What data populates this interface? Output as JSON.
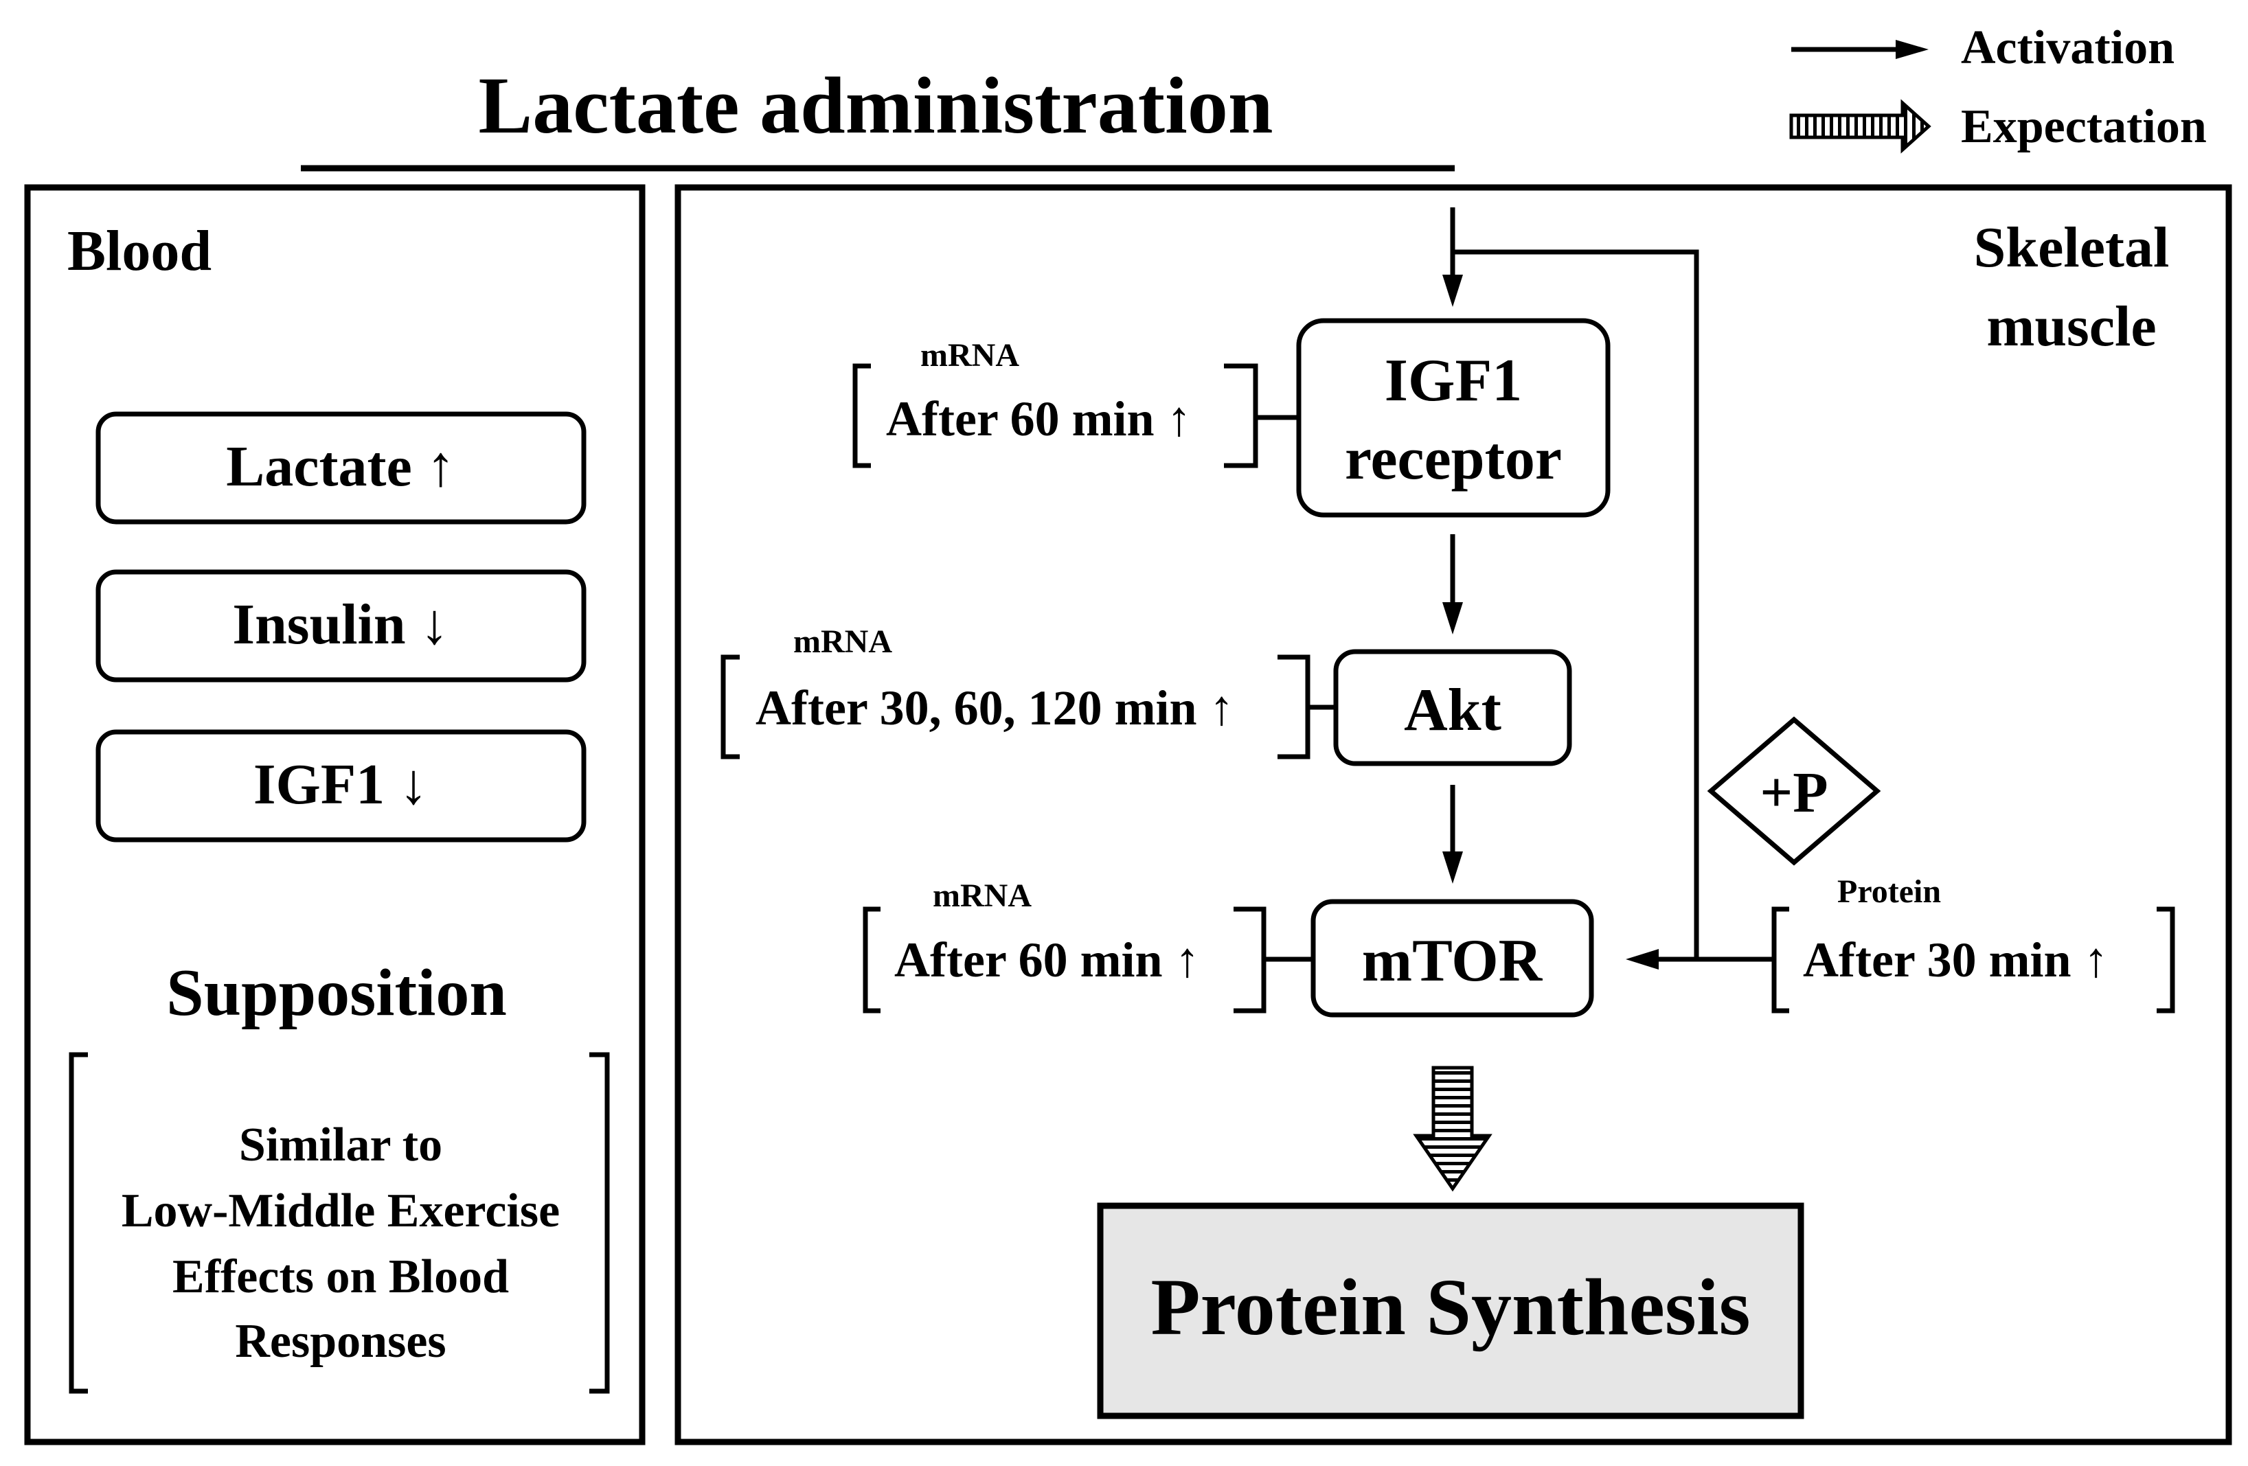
{
  "title": "Lactate administration",
  "legend": {
    "activation": "Activation",
    "expectation": "Expectation"
  },
  "blood_panel": {
    "heading": "Blood",
    "items": [
      {
        "label": "Lactate ↑"
      },
      {
        "label": "Insulin ↓"
      },
      {
        "label": "IGF1 ↓"
      }
    ],
    "supposition_title": "Supposition",
    "supposition_lines": [
      "Similar to",
      "Low-Middle Exercise",
      "Effects on Blood",
      "Responses"
    ]
  },
  "muscle_panel": {
    "heading_line1": "Skeletal",
    "heading_line2": "muscle",
    "nodes": {
      "igf1r_line1": "IGF1",
      "igf1r_line2": "receptor",
      "akt": "Akt",
      "mtor": "mTOR",
      "phospho": "+P",
      "protein_synthesis": "Protein Synthesis"
    },
    "annotations": {
      "igf1r": {
        "tag": "mRNA",
        "text": "After 60 min ↑"
      },
      "akt": {
        "tag": "mRNA",
        "text": "After 30, 60, 120 min ↑"
      },
      "mtor": {
        "tag": "mRNA",
        "text": "After 60 min ↑"
      },
      "mtor_protein": {
        "tag": "Protein",
        "text": "After 30 min ↑"
      }
    }
  },
  "colors": {
    "stroke": "#000000",
    "result_fill": "#e6e6e6",
    "background": "#ffffff"
  }
}
